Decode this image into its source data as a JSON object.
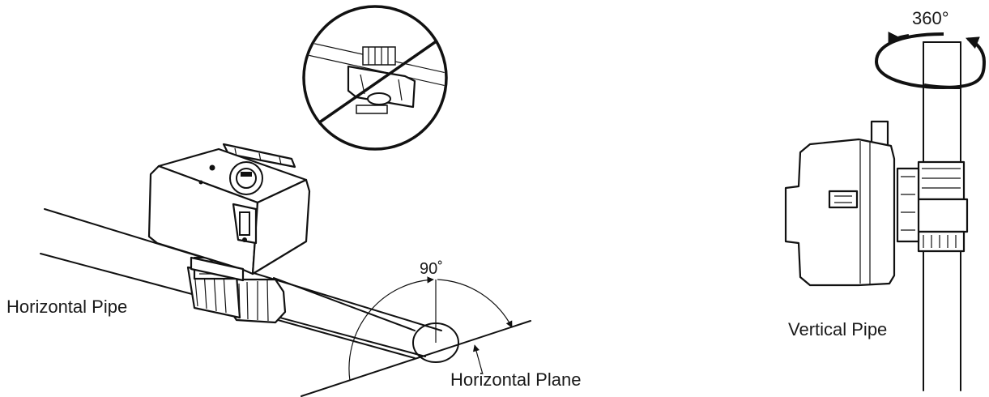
{
  "labels": {
    "horizontal_pipe": "Horizontal Pipe",
    "horizontal_plane": "Horizontal Plane",
    "angle_90": "90˚",
    "vertical_pipe": "Vertical Pipe",
    "rotation_360": "360°"
  }
}
